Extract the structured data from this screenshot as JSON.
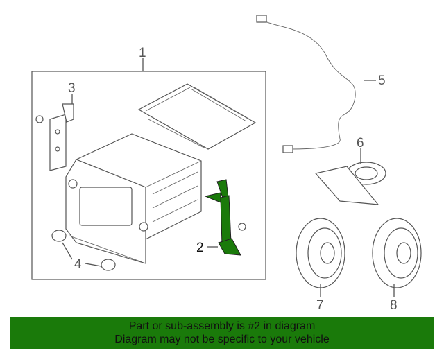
{
  "diagram": {
    "highlight_color": "#1a7a0a",
    "callouts": {
      "c1": "1",
      "c2": "2",
      "c3": "3",
      "c4": "4",
      "c5": "5",
      "c6": "6",
      "c7": "7",
      "c8": "8"
    }
  },
  "banner": {
    "line1": "Part or sub-assembly is #2 in diagram",
    "line2": "Diagram may not be specific to your vehicle"
  }
}
